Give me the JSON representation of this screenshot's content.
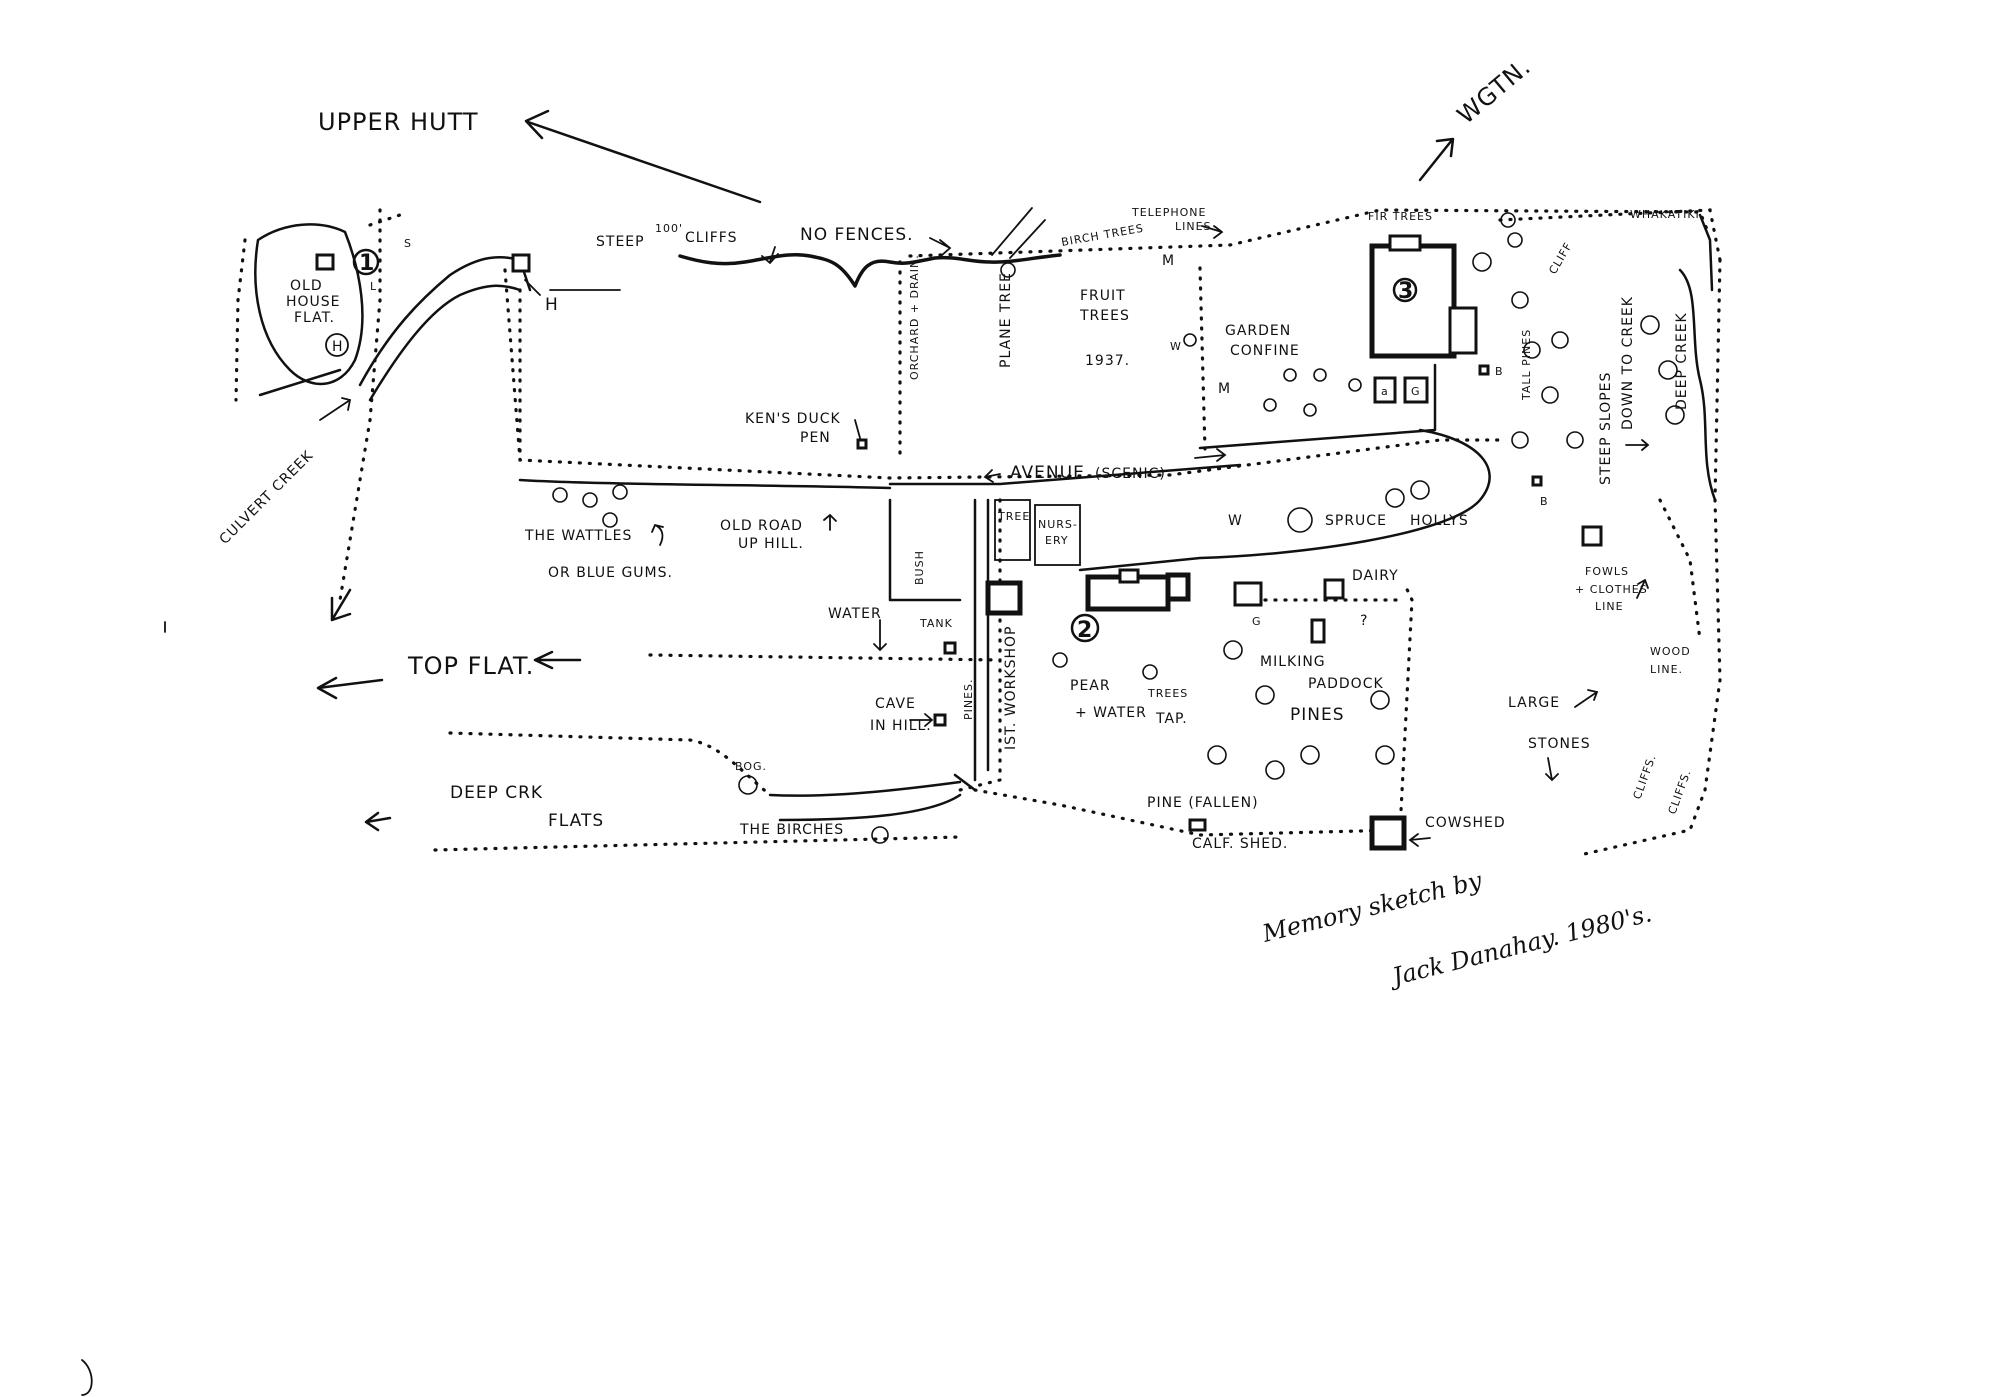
{
  "labels": {
    "upper_hutt": "UPPER HUTT",
    "wgtn": "WGTN.",
    "steep": "STEEP",
    "hundred": "100'",
    "cliffs_top": "CLIFFS",
    "no_fences": "NO FENCES.",
    "birch_trees_top": "BIRCH TREES",
    "telephone": "TELEPHONE",
    "lines": "LINES.",
    "fir_trees": "FIR TREES",
    "whakatiki": "WHAKATIKI",
    "old": "OLD",
    "house": "HOUSE",
    "flat": "FLAT.",
    "culvert_creek": "CULVERT CREEK",
    "h_mark": "H",
    "orchard_drain": "ORCHARD + DRAIN.",
    "plane_tree": "PLANE TREE",
    "fruit": "FRUIT",
    "trees": "TREES",
    "year": "1937.",
    "garden": "GARDEN",
    "confine": "CONFINE",
    "kens_duck": "KEN'S DUCK",
    "pen": "PEN",
    "avenue": "AVENUE",
    "scenic": "(SCENIC)",
    "the_wattles": "THE WATTLES",
    "or_blue_gums": "OR BLUE GUMS.",
    "old_road": "OLD ROAD",
    "up_hill": "UP HILL.",
    "tree_nurs": "TREE",
    "nurs": "NURS-",
    "ery": "ERY",
    "bush": "BUSH",
    "spruce": "SPRUCE",
    "hollys": "HOLLYS",
    "dairy": "DAIRY",
    "tall_pines": "TALL PINES",
    "cliff_right": "CLIFF",
    "steep_slopes": "STEEP SLOPES",
    "down_to_creek": "DOWN TO CREEK",
    "deep_creek": "DEEP CREEK",
    "fowls": "FOWLS",
    "clothes_line": "+ CLOTHES",
    "line": "LINE",
    "water": "WATER",
    "tank": "TANK",
    "ist_workshop": "IST. WORKSHOP",
    "pines_vert": "PINES.",
    "milking": "MILKING",
    "paddock": "PADDOCK",
    "pines": "PINES",
    "pear": "PEAR",
    "pear_trees": "TREES",
    "water_tap": "+ WATER",
    "tap": "TAP.",
    "top_flat": "TOP FLAT.",
    "cave": "CAVE",
    "in_hill": "IN HILL.",
    "large": "LARGE",
    "stones": "STONES",
    "wood_line": "WOOD",
    "wood_line2": "LINE.",
    "deep_crk": "DEEP CRK",
    "flats": "FLATS",
    "bog": "BOG.",
    "the_birches": "THE BIRCHES",
    "pine_fallen": "PINE (FALLEN)",
    "calf_shed": "CALF. SHED.",
    "cowshed": "COWSHED",
    "cliffs_a": "CLIFFS.",
    "cliffs_b": "CLIFFS.",
    "num_1": "1",
    "num_2": "2",
    "num_3": "3",
    "w_mark": "W",
    "m_mark": "M",
    "g_mark": "G",
    "b_mark": "B",
    "q_mark": "?",
    "l_mark": "L",
    "s_mark": "S",
    "a_mark": "a"
  },
  "signature": {
    "line1": "Memory sketch by",
    "line2": "Jack Danahay. 1980's."
  }
}
